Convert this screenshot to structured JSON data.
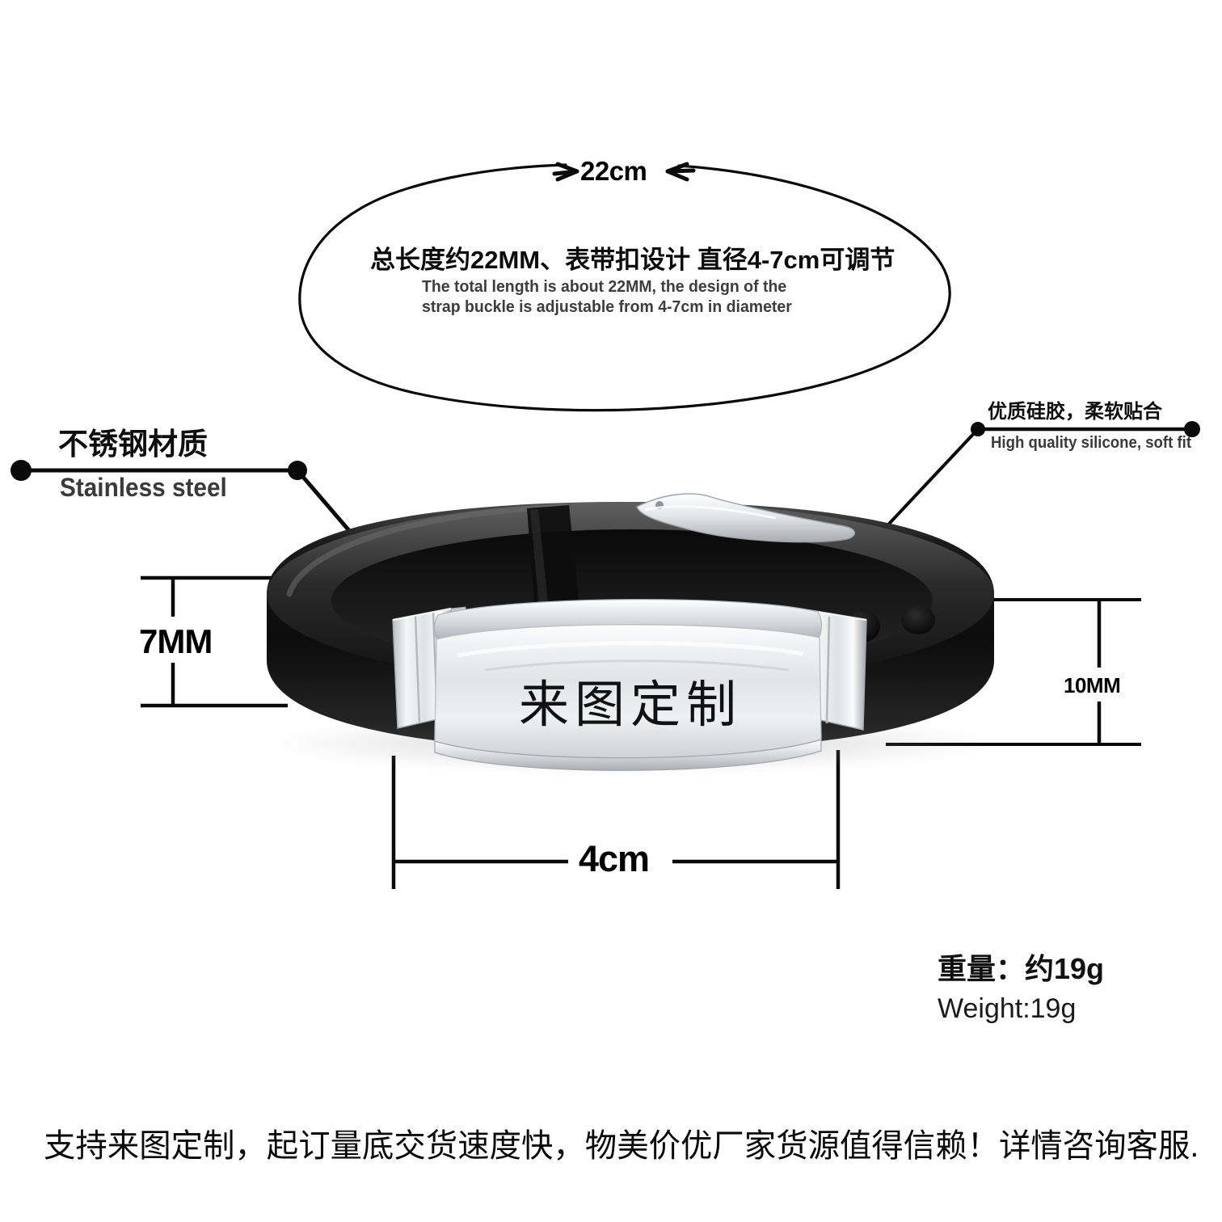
{
  "length_callout": {
    "measure_label": "22cm",
    "cn_text": "总长度约22MM、表带扣设计 直径4-7cm可调节",
    "en_line1": "The total length is about 22MM, the design of the",
    "en_line2": "strap buckle is adjustable from 4-7cm in diameter"
  },
  "callouts": {
    "stainless": {
      "cn": "不锈钢材质",
      "en": "Stainless steel"
    },
    "silicone": {
      "cn": "优质硅胶，柔软贴合",
      "en": "High quality silicone, soft fit"
    }
  },
  "dimensions": {
    "height_mm": "7MM",
    "width_mm": "10MM",
    "plate_width_cm": "4cm"
  },
  "product": {
    "engraving": "来图定制"
  },
  "weight": {
    "cn": "重量：约19g",
    "en": "Weight:19g"
  },
  "footer": {
    "text": "支持来图定制，起订量底交货速度快，物美价优厂家货源值得信赖！详情咨询客服."
  },
  "colors": {
    "ink": "#000000",
    "subtitle_gray": "#3a3a3a",
    "band_black": "#111111",
    "steel_silver": "#e9eaec",
    "background": "#ffffff"
  }
}
